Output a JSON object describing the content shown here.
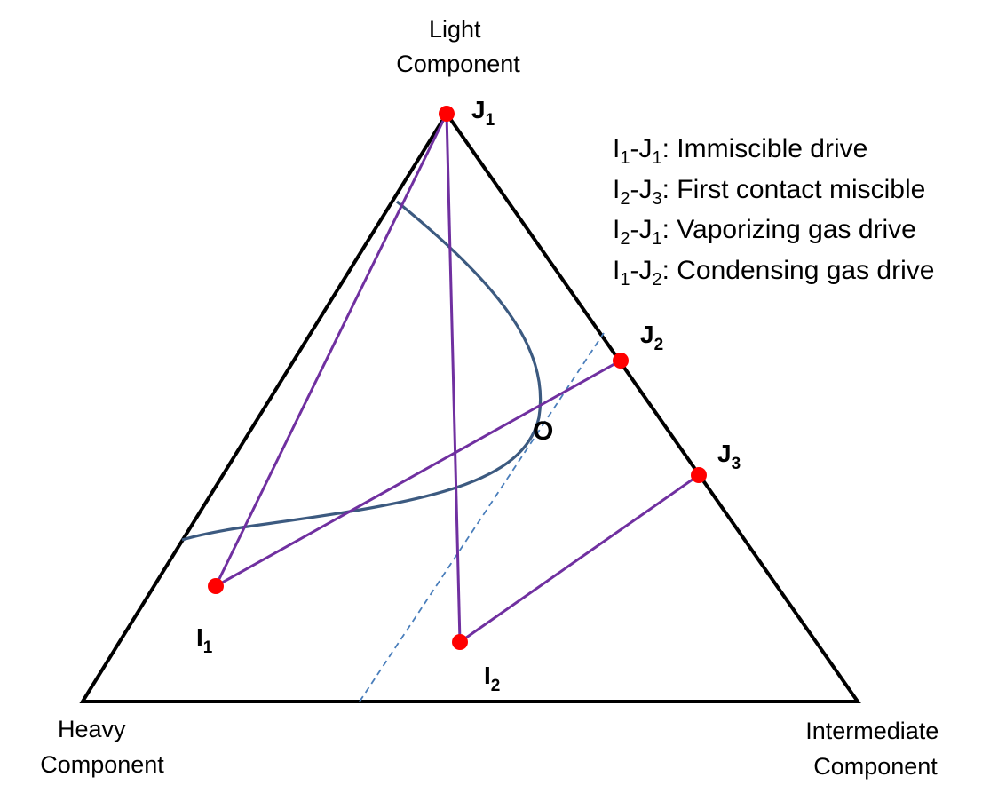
{
  "colors": {
    "triangle": "#000000",
    "path": "#7030a0",
    "binodal": "#3c5a80",
    "tieline": "#4a7ebb",
    "point": "#ff0000"
  },
  "corners": {
    "top": [
      "Light",
      "Component"
    ],
    "left": [
      "Heavy",
      "Component"
    ],
    "right": [
      "Intermediate",
      "Component"
    ]
  },
  "points": {
    "J1": {
      "base": "J",
      "sub": "1"
    },
    "J2": {
      "base": "J",
      "sub": "2"
    },
    "J3": {
      "base": "J",
      "sub": "3"
    },
    "I1": {
      "base": "I",
      "sub": "1"
    },
    "I2": {
      "base": "I",
      "sub": "2"
    }
  },
  "plait_point_label": "O",
  "legend": [
    {
      "a": "I",
      "a_sub": "1",
      "b": "J",
      "b_sub": "1",
      "text": ": Immiscible drive"
    },
    {
      "a": "I",
      "a_sub": "2",
      "b": "J",
      "b_sub": "3",
      "text": ": First contact miscible"
    },
    {
      "a": "I",
      "a_sub": "2",
      "b": "J",
      "b_sub": "1",
      "text": ": Vaporizing gas drive"
    },
    {
      "a": "I",
      "a_sub": "1",
      "b": "J",
      "b_sub": "2",
      "text": ": Condensing gas drive"
    }
  ]
}
